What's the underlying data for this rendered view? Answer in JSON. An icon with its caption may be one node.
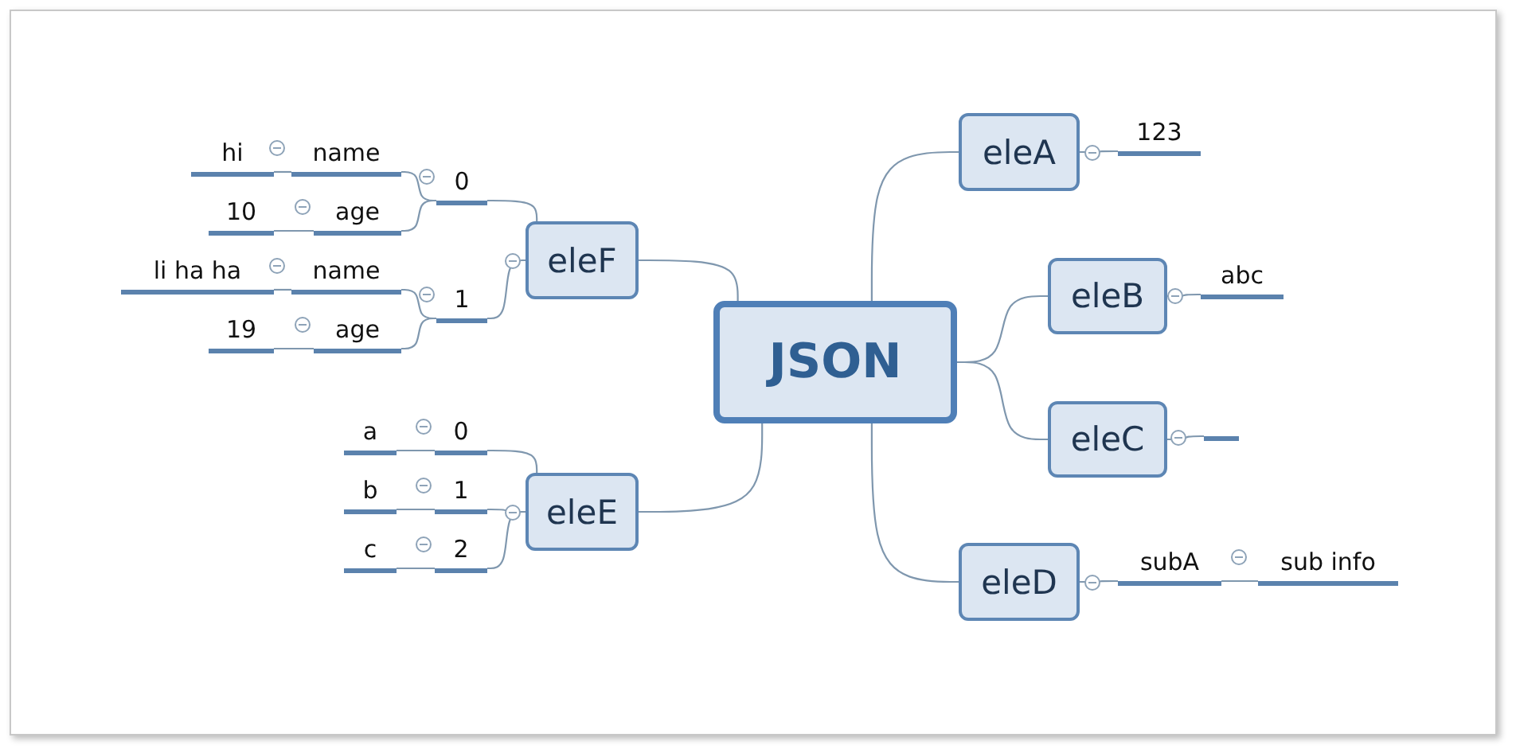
{
  "diagram": {
    "nodes": [
      {
        "text": [
          "JSON"
        ]
      },
      {
        "text": [
          "eleA"
        ]
      },
      {
        "text": [
          "123"
        ]
      },
      {
        "text": [
          "eleB"
        ]
      },
      {
        "text": [
          "abc"
        ]
      },
      {
        "text": [
          "eleC"
        ]
      },
      {
        "text": [],
        "shape": "bar"
      },
      {
        "text": [
          "eleD"
        ]
      },
      {
        "text": [
          "subA"
        ]
      },
      {
        "text": [
          "sub info"
        ]
      },
      {
        "text": [
          "eleF"
        ]
      },
      {
        "text": [
          "0"
        ]
      },
      {
        "text": [
          "name"
        ]
      },
      {
        "text": [
          "hi"
        ]
      },
      {
        "text": [
          "age"
        ]
      },
      {
        "text": [
          "10"
        ]
      },
      {
        "text": [
          "1"
        ]
      },
      {
        "text": [
          "name"
        ]
      },
      {
        "text": [
          "li ha ha"
        ]
      },
      {
        "text": [
          "age"
        ]
      },
      {
        "text": [
          "19"
        ]
      },
      {
        "text": [
          "eleE"
        ]
      },
      {
        "text": [
          "0"
        ]
      },
      {
        "text": [
          "a"
        ]
      },
      {
        "text": [
          "1"
        ]
      },
      {
        "text": [
          "b"
        ]
      },
      {
        "text": [
          "2"
        ]
      },
      {
        "text": [
          "c"
        ]
      }
    ],
    "edges": [
      {
        "from": 0,
        "to": 1,
        "arrow": "none"
      },
      {
        "from": 1,
        "to": 2,
        "arrow": "none"
      },
      {
        "from": 0,
        "to": 3,
        "arrow": "none"
      },
      {
        "from": 3,
        "to": 4,
        "arrow": "none"
      },
      {
        "from": 0,
        "to": 5,
        "arrow": "none"
      },
      {
        "from": 5,
        "to": 6,
        "arrow": "none"
      },
      {
        "from": 0,
        "to": 7,
        "arrow": "none"
      },
      {
        "from": 7,
        "to": 8,
        "arrow": "none"
      },
      {
        "from": 8,
        "to": 9,
        "arrow": "none"
      },
      {
        "from": 0,
        "to": 10,
        "arrow": "none"
      },
      {
        "from": 10,
        "to": 11,
        "arrow": "none"
      },
      {
        "from": 11,
        "to": 12,
        "arrow": "none"
      },
      {
        "from": 12,
        "to": 13,
        "arrow": "none"
      },
      {
        "from": 11,
        "to": 14,
        "arrow": "none"
      },
      {
        "from": 14,
        "to": 15,
        "arrow": "none"
      },
      {
        "from": 10,
        "to": 16,
        "arrow": "none"
      },
      {
        "from": 16,
        "to": 17,
        "arrow": "none"
      },
      {
        "from": 17,
        "to": 18,
        "arrow": "none"
      },
      {
        "from": 16,
        "to": 19,
        "arrow": "none"
      },
      {
        "from": 19,
        "to": 20,
        "arrow": "none"
      },
      {
        "from": 0,
        "to": 21,
        "arrow": "none"
      },
      {
        "from": 21,
        "to": 22,
        "arrow": "none"
      },
      {
        "from": 22,
        "to": 23,
        "arrow": "none"
      },
      {
        "from": 21,
        "to": 24,
        "arrow": "none"
      },
      {
        "from": 24,
        "to": 25,
        "arrow": "none"
      },
      {
        "from": 21,
        "to": 26,
        "arrow": "none"
      },
      {
        "from": 26,
        "to": 27,
        "arrow": "none"
      }
    ]
  }
}
